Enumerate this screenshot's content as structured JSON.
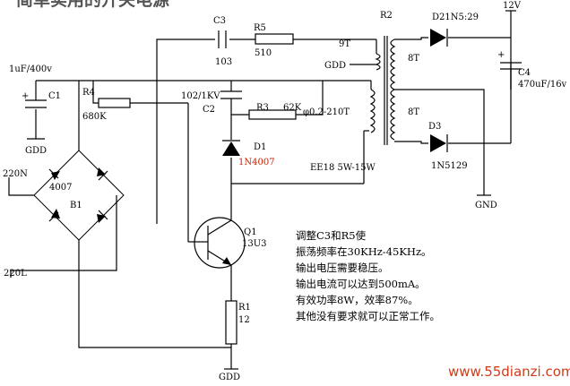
{
  "title": "简单实用的开关电源",
  "watermark": "www.55dianzi.com",
  "colors": {
    "wire": "#000000",
    "highlight": "#cc2200",
    "watermark": "#d23b1a"
  },
  "labels": {
    "c3": "C3",
    "c3_value": "103",
    "r5": "R5",
    "r5_value": "510",
    "r2": "R2",
    "winding_9t": "9T",
    "winding_8t_top": "8T",
    "winding_8t_bottom": "8T",
    "winding_main": "φ0.2-210T",
    "gnd_top": "GDD",
    "d2": "D21N5:29",
    "d3": "D3",
    "d3_part": "1N5129",
    "v12": "12V",
    "c4": "C4",
    "c4_value": "470uF/16v",
    "gnd_right": "GND",
    "c1_value": "1uF/400v",
    "c1": "C1",
    "gnd_left": "GDD",
    "r4": "R4",
    "r4_value": "680K",
    "c2_value": "102/1KV",
    "c2": "C2",
    "r3": "R3",
    "r3_value": "62K",
    "d1": "D1",
    "d1_part": "1N4007",
    "core": "EE18 5W-15W",
    "ac_in_1": "220N",
    "ac_in_2": "220L",
    "bridge_part": "4007",
    "bridge": "B1",
    "q1": "Q1",
    "q1_part": "13U3",
    "r1": "R1",
    "r1_value": "12",
    "gnd_bottom": "GDD"
  },
  "notes": [
    "调整C3和R5使",
    "振荡频率在30KHz-45KHz。",
    "输出电压需要稳压。",
    "输出电流可以达到500mA。",
    "有效功率8W，效率87%。",
    "其他没有要求就可以正常工作。"
  ]
}
